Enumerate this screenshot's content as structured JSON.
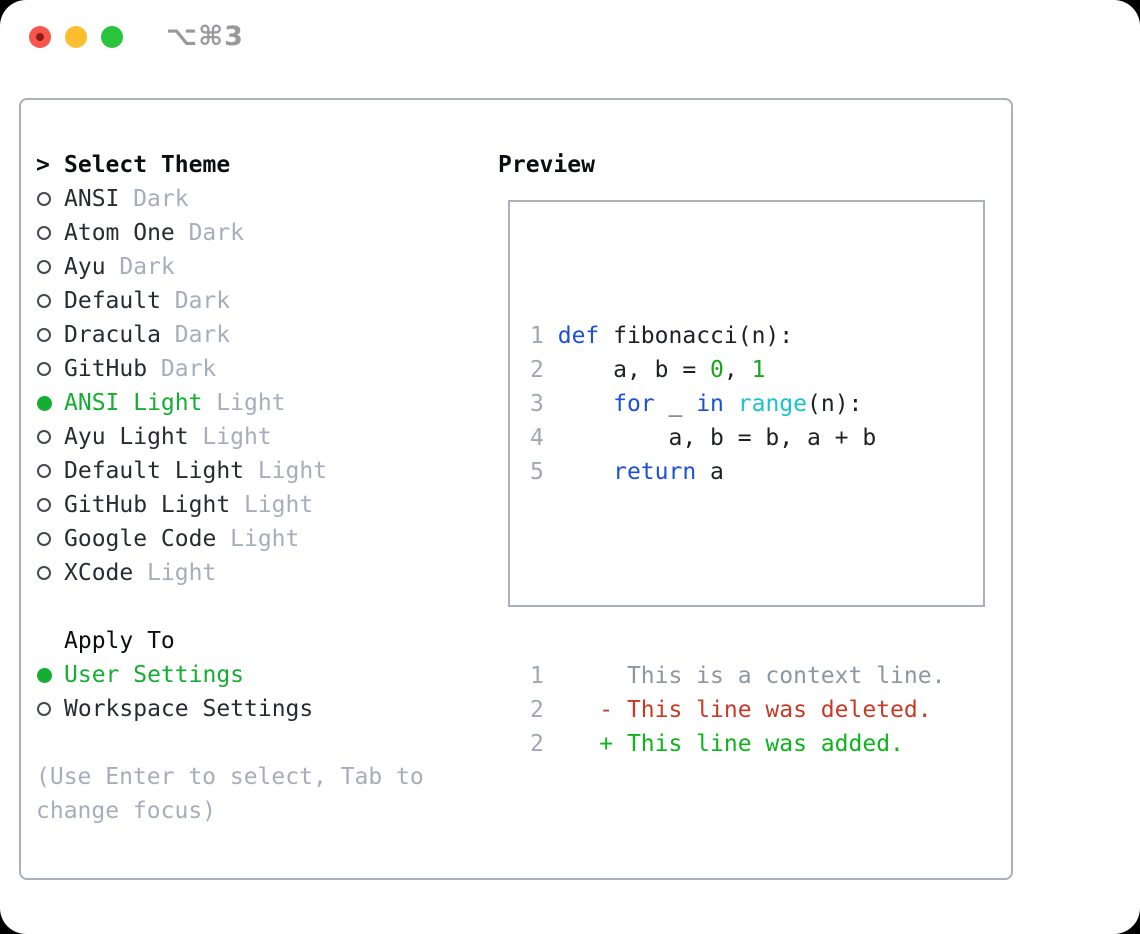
{
  "window": {
    "shortcut": "⌥⌘3",
    "traffic_lights": [
      "close",
      "minimize",
      "zoom"
    ]
  },
  "theme_selector": {
    "prompt": ">",
    "title": "Select Theme",
    "items": [
      {
        "name": "ANSI",
        "variant": "Dark",
        "selected": false
      },
      {
        "name": "Atom One",
        "variant": "Dark",
        "selected": false
      },
      {
        "name": "Ayu",
        "variant": "Dark",
        "selected": false
      },
      {
        "name": "Default",
        "variant": "Dark",
        "selected": false
      },
      {
        "name": "Dracula",
        "variant": "Dark",
        "selected": false
      },
      {
        "name": "GitHub",
        "variant": "Dark",
        "selected": false
      },
      {
        "name": "ANSI Light",
        "variant": "Light",
        "selected": true
      },
      {
        "name": "Ayu Light",
        "variant": "Light",
        "selected": false
      },
      {
        "name": "Default Light",
        "variant": "Light",
        "selected": false
      },
      {
        "name": "GitHub Light",
        "variant": "Light",
        "selected": false
      },
      {
        "name": "Google Code",
        "variant": "Light",
        "selected": false
      },
      {
        "name": "XCode",
        "variant": "Light",
        "selected": false
      }
    ]
  },
  "apply_to": {
    "title": "Apply To",
    "options": [
      {
        "label": "User Settings",
        "selected": true
      },
      {
        "label": "Workspace Settings",
        "selected": false
      }
    ]
  },
  "help_text": "(Use Enter to select, Tab to change focus)",
  "preview": {
    "title": "Preview",
    "code_lines": [
      {
        "num": "1",
        "tokens": [
          [
            "kw",
            "def"
          ],
          [
            "plain",
            " fibonacci(n):"
          ]
        ]
      },
      {
        "num": "2",
        "tokens": [
          [
            "plain",
            "    a, b = "
          ],
          [
            "num",
            "0"
          ],
          [
            "plain",
            ", "
          ],
          [
            "num",
            "1"
          ]
        ]
      },
      {
        "num": "3",
        "tokens": [
          [
            "plain",
            "    "
          ],
          [
            "kw",
            "for"
          ],
          [
            "plain",
            " _ "
          ],
          [
            "kw",
            "in"
          ],
          [
            "plain",
            " "
          ],
          [
            "fn",
            "range"
          ],
          [
            "plain",
            "(n):"
          ]
        ]
      },
      {
        "num": "4",
        "tokens": [
          [
            "plain",
            "        a, b = b, a + b"
          ]
        ]
      },
      {
        "num": "5",
        "tokens": [
          [
            "plain",
            "    "
          ],
          [
            "kw",
            "return"
          ],
          [
            "plain",
            " a"
          ]
        ]
      }
    ],
    "diff_lines": [
      {
        "num": "1",
        "sign": " ",
        "text": "This is a context line.",
        "type": "context"
      },
      {
        "num": "2",
        "sign": "-",
        "text": "This line was deleted.",
        "type": "deleted"
      },
      {
        "num": "2",
        "sign": "+",
        "text": "This line was added.",
        "type": "added"
      }
    ]
  },
  "colors": {
    "accent_green": "#14ae32",
    "added_green": "#0db41b",
    "number_green": "#16a71a",
    "keyword_blue": "#1b51d9",
    "builtin_cyan": "#16c3cf",
    "deleted_red": "#c83a28",
    "text": "#272c33",
    "muted": "#a6aebb",
    "context_gray": "#8e96a1",
    "line_number": "#a0a8b4",
    "border": "#a9b1bd",
    "traffic_red": "#f6564c",
    "traffic_yellow": "#fcbd2f",
    "traffic_green": "#29c43c",
    "shortcut_gray": "#98989d"
  }
}
